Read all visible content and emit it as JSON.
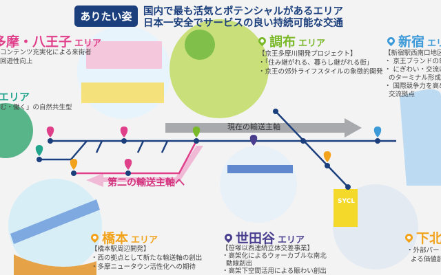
{
  "header": {
    "badge": "ありたい姿",
    "line1": "国内で最も活気とポテンシャルがあるエリア",
    "line2": "日本一安全でサービスの良い持続可能な交通"
  },
  "colors": {
    "navy": "#1b3f7c",
    "pink": "#e0408a",
    "green": "#7ab929",
    "blue": "#3d9ad8",
    "orange": "#f2a21b",
    "purple": "#4a3f8f",
    "teal": "#21a58c"
  },
  "areas": {
    "hachioji": {
      "name": "多摩・八王子",
      "suffix": "エリア",
      "desc": [
        "コンテンツ充実化による来街者",
        "回遊性向上"
      ]
    },
    "tama": {
      "name": "",
      "suffix": "エリア",
      "desc": [
        "む・働く」の自然共生型"
      ]
    },
    "chofu": {
      "name": "調布",
      "suffix": "エリア",
      "desc": [
        "【京王多摩川開発プロジェクト】",
        "・「住み継がれる、暮らし継がれる街」",
        "・京王の郊外ライフスタイルの象徴的開発"
      ]
    },
    "shinjuku": {
      "name": "新宿",
      "suffix": "エリア",
      "desc": [
        "【新宿駅西南口地区開",
        "・ 京王ブランドの象徴",
        "・ にぎわい・交流にあ",
        "  のターミナル形成",
        "・ 国際競争力を高め",
        "  交流拠点"
      ]
    },
    "hashimoto": {
      "name": "橋本",
      "suffix": "エリア",
      "desc": [
        "【橋本駅周辺開発】",
        "・西の拠点として新たな輸送軸の創出",
        "・多摩ニュータウン活性化への期待"
      ]
    },
    "setagaya": {
      "name": "世田谷",
      "suffix": "エリア",
      "desc": [
        "【笹塚以西連続立体交差事業】",
        "・高架化によるウォーカブルな南北",
        "  動線創出",
        "・高架下空間活用による賑わい創出"
      ]
    },
    "shimokitazawa": {
      "name": "下北沢",
      "suffix": "",
      "desc": [
        "・外部パートナ",
        "  よる価値創"
      ]
    }
  },
  "axes": {
    "current": "現在の輸送主軸",
    "second": "第二の輸送主軸へ"
  },
  "illustration": {
    "sign": "SYCL"
  }
}
